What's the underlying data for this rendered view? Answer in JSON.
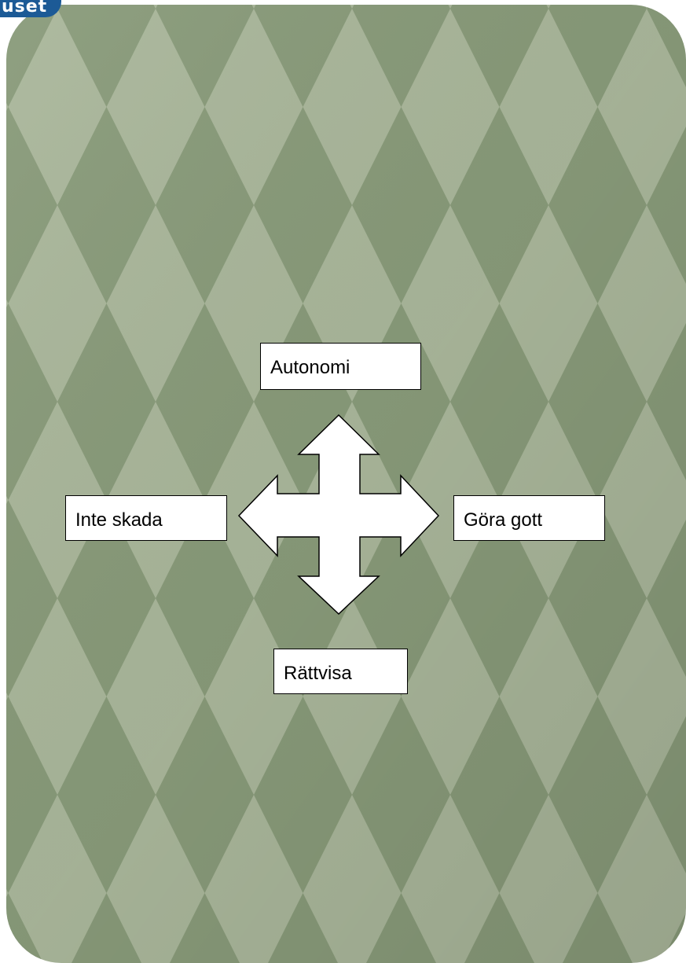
{
  "corner_badge": {
    "text": "uset"
  },
  "colors": {
    "background_light": "#a9b69a",
    "background_dark": "#879878",
    "badge": "#1c5a96",
    "box_fill": "#ffffff",
    "box_border": "#000000",
    "arrow_fill": "#ffffff"
  },
  "labels": {
    "top": "Autonomi",
    "left": "Inte skada",
    "right": "Göra gott",
    "bottom": "Rättvisa"
  },
  "icons": {
    "center": "four-way-arrow-icon"
  }
}
